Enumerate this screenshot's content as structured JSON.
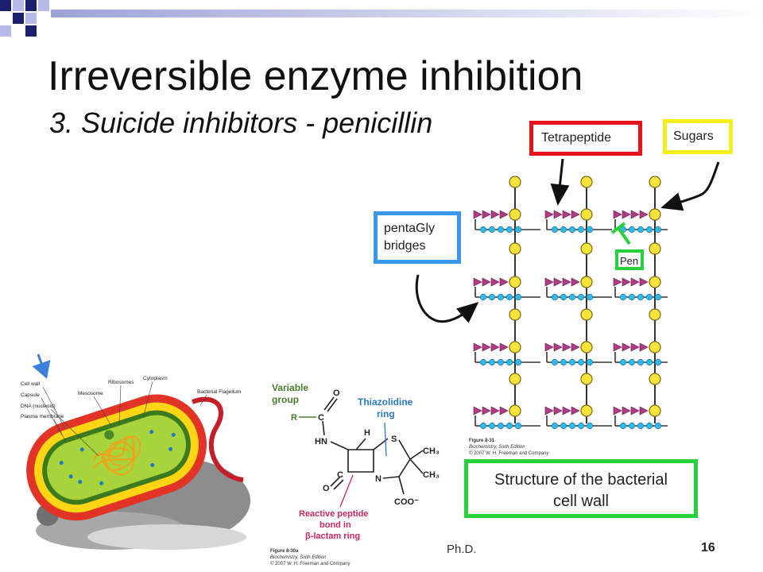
{
  "slide": {
    "title": "Irreversible enzyme inhibition",
    "subtitle": "3. Suicide inhibitors - penicillin",
    "footer": "Ph.D.",
    "number": "16"
  },
  "labels": {
    "tetrapeptide": "Tetrapeptide",
    "sugars": "Sugars",
    "penta_line1": "pentaGly",
    "penta_line2": "bridges",
    "pen": "Pen",
    "structure_line1": "Structure of the bacterial",
    "structure_line2": "cell wall"
  },
  "lattice_figure": {
    "credit_line1": "Figure 8-31",
    "credit_line2": "Biochemistry, Sixth Edition",
    "credit_line3": "© 2007 W. H. Freeman and Company"
  },
  "cell_figure": {
    "labels": [
      "Cell wall",
      "Capsule",
      "DNA (nucleoid)",
      "Plasma membrane",
      "Mesosome",
      "Ribosomes",
      "Cytoplasm",
      "Bacterial Flagellum"
    ]
  },
  "penicillin_figure": {
    "variable_group_line1": "Variable",
    "variable_group_line2": "group",
    "thiazolidine_line1": "Thiazolidine",
    "thiazolidine_line2": "ring",
    "reactive_line1": "Reactive peptide",
    "reactive_line2": "bond in",
    "reactive_line3": "β-lactam ring",
    "atom_R": "R",
    "atom_O1": "O",
    "atom_C1": "C",
    "atom_HN": "HN",
    "atom_H": "H",
    "atom_S": "S",
    "atom_CH3a": "CH₃",
    "atom_CH3b": "CH₃",
    "atom_C2": "C",
    "atom_N": "N",
    "atom_O2": "O",
    "atom_COO": "COO⁻",
    "credit_line1": "Figure 8-30a",
    "credit_line2": "Biochemistry, Sixth Edition",
    "credit_line3": "© 2007 W. H. Freeman and Company"
  },
  "colors": {
    "tetrapeptide_border": "#e5141b",
    "sugars_border": "#f4ee1c",
    "penta_border": "#3b96ee",
    "pen_border": "#27d13a",
    "sugar_fill": "#f7e33a",
    "peptide_fill": "#b23a86",
    "gly_fill": "#2fb9e6",
    "deco_navy": "#1a1f6e",
    "deco_lavender": "#b6b9e6"
  }
}
